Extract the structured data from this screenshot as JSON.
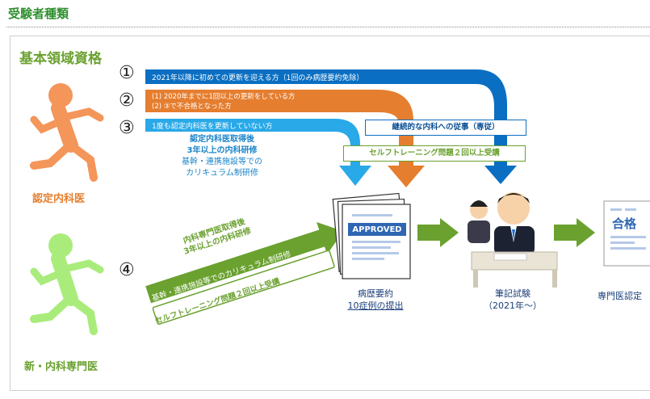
{
  "page_title": "受験者種類",
  "section_title": "基本領域資格",
  "paths": {
    "n1": "①",
    "n2": "②",
    "n3": "③",
    "n4": "④",
    "p1_label": "2021年以降に初めての更新を迎える方（1回のみ病歴要約免除）",
    "p2_label_line1": "(1) 2020年までに1回以上の更新をしている方",
    "p2_label_line2": "(2) ③で不合格となった方",
    "p3_label": "1度も認定内科医を更新していない方",
    "p3_note_line1": "認定内科医取得後",
    "p3_note_line2": "3年以上の内科研修",
    "p3_note_line3": "基幹・連携施設等での",
    "p3_note_line4": "カリキュラム制研修",
    "p4_note_line1": "内科専門医取得後",
    "p4_note_line2": "3年以上の内科研修",
    "p4_bar_label": "基幹・連携施設等でのカリキュラム制研修",
    "p4_box_label": "セルフトレーニング問題２回以上受講"
  },
  "boxes": {
    "continuous": "継続的な内科への従事（専従）",
    "self_training": "セルフトレーニング問題２回以上受講"
  },
  "people": {
    "certified_label": "認定内科医",
    "new_label": "新・内科専門医"
  },
  "steps": {
    "doc_stamp": "APPROVED",
    "doc_caption_line1": "病歴要約",
    "doc_caption_line2": "10症例の提出",
    "exam_caption_line1": "筆記試験",
    "exam_caption_line2": "（2021年～）",
    "cert_stamp": "合格",
    "cert_caption": "専門医認定"
  },
  "colors": {
    "blue": "#0a6fc2",
    "orange": "#e57e2f",
    "cyan": "#29a9e8",
    "green": "#6aa12f",
    "person_orange": "#f4955a",
    "person_green": "#a9ec7c"
  }
}
